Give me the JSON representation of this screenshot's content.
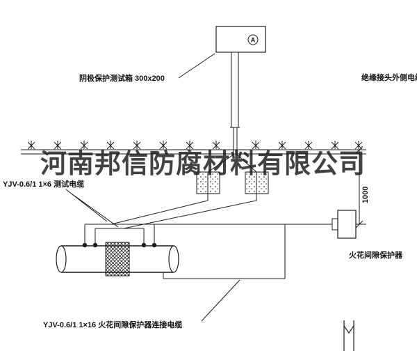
{
  "watermark": "河南邦信防腐材料有限公司",
  "colors": {
    "ink": "#1a1a1a"
  },
  "labels": {
    "test_box": "阴极保护测试箱 300x200",
    "insulated_joint_cable": "绝缘接头外侧电缆",
    "test_cable": "YJV-0.6/1  1×6  测试电缆",
    "dimension": "1000",
    "spark_gap_protector": "火花间隙保护器",
    "spark_gap_cable": "YJV-0.6/1  1×16  火花间隙保护器连接电缆",
    "ammeter": "A"
  }
}
